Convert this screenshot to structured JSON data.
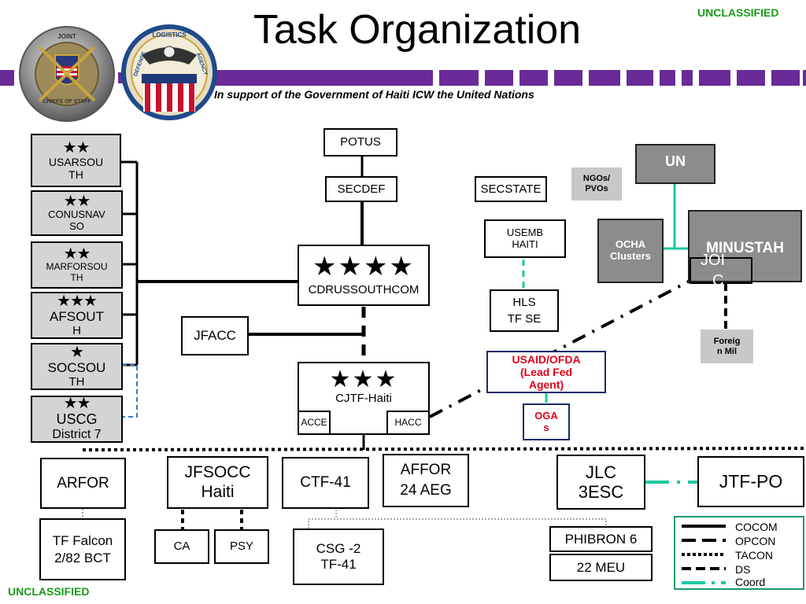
{
  "header": {
    "title": "Task Organization",
    "subtitle": "In support of the Government of Haiti ICW the United Nations",
    "classification": "UNCLASSIFIED"
  },
  "seals": {
    "joint": {
      "top_text": "JOINT",
      "bottom_text": "CHIEFS OF STAFF"
    },
    "dla": {
      "top_text": "LOGISTICS",
      "left_text": "DEFENSE",
      "right_text": "AGENCY"
    }
  },
  "left_column": [
    {
      "stars": "★★",
      "line1": "USARSOU",
      "line2": "TH"
    },
    {
      "stars": "★★",
      "line1": "CONUSNAV",
      "line2": "SO"
    },
    {
      "stars": "★★",
      "line1": "MARFORSOU",
      "line2": "TH"
    },
    {
      "stars": "★★★",
      "line1": "AFSOUT",
      "line2": "H"
    },
    {
      "stars": "★",
      "line1": "SOCSOU",
      "line2": "TH"
    },
    {
      "stars": "★★",
      "line1": "USCG",
      "line2": "District 7"
    }
  ],
  "chain": {
    "potus": "POTUS",
    "secdef": "SECDEF",
    "secstate": "SECSTATE",
    "southcom_stars": "★★★★",
    "southcom": "CDRUSSOUTHCOM",
    "jfacc": "JFACC",
    "cjtf_stars": "★★★",
    "cjtf": "CJTF-Haiti",
    "acce": "ACCE",
    "hacc": "HACC",
    "usemb": "USEMB HAITI",
    "hls_line1": "HLS",
    "hls_line2": "TF SE",
    "usaid_line1": "USAID/OFDA",
    "usaid_line2": "(Lead Fed",
    "usaid_line3": "Agent)",
    "oga_line1": "OGA",
    "oga_line2": "s"
  },
  "un_side": {
    "un": "UN",
    "ngos": "NGOs/ PVOs",
    "ocha": "OCHA Clusters",
    "minustah": "MINUSTAH",
    "joic_line1": "JOI",
    "joic_line2": "C",
    "foreign_line1": "Foreig",
    "foreign_line2": "n Mil"
  },
  "components": {
    "arfor": "ARFOR",
    "jfsocc_line1": "JFSOCC",
    "jfsocc_line2": "Haiti",
    "ctf41": "CTF-41",
    "affor_line1": "AFFOR",
    "affor_line2": "24 AEG",
    "jlc_line1": "JLC",
    "jlc_line2": "3ESC",
    "jtfpo": "JTF-PO",
    "tffalcon_line1": "TF Falcon",
    "tffalcon_line2": "2/82 BCT",
    "ca": "CA",
    "psy": "PSY",
    "csg_line1": "CSG -2",
    "csg_line2": "TF-41",
    "phibron": "PHIBRON 6",
    "meu": "22 MEU"
  },
  "legend": {
    "items": [
      "COCOM",
      "OPCON",
      "TACON",
      "DS",
      "Coord"
    ]
  },
  "colors": {
    "band": "#6a2a98",
    "classification": "#1a9a1a",
    "coord": "#1ec8a0",
    "usaid_text": "#e0001a",
    "usaid_border": "#1a2a6a"
  }
}
